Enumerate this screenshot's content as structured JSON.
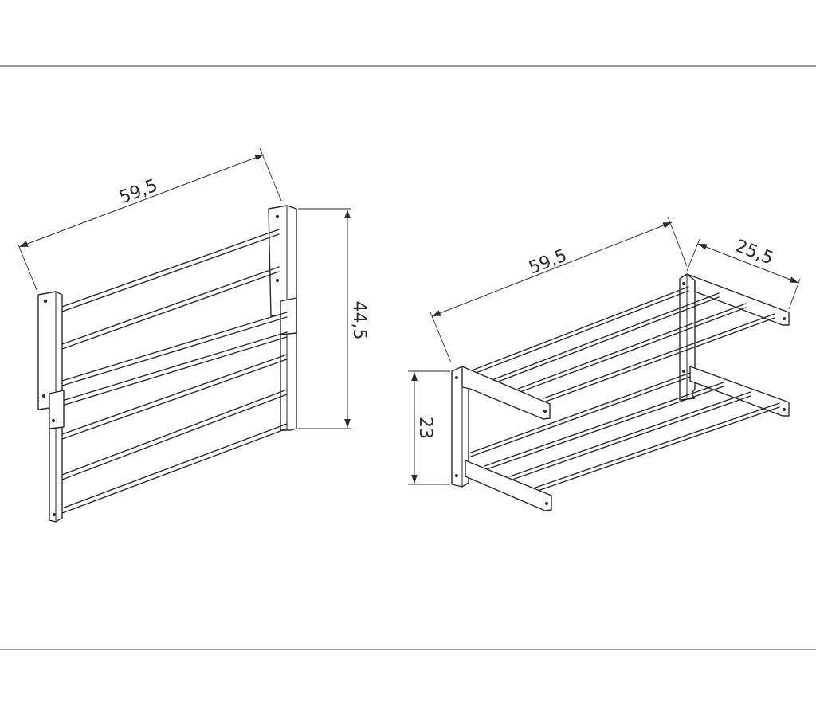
{
  "dimensions": {
    "folded_width": "59,5",
    "folded_height": "44,5",
    "open_width": "59,5",
    "open_depth": "25,5",
    "open_height": "23"
  }
}
